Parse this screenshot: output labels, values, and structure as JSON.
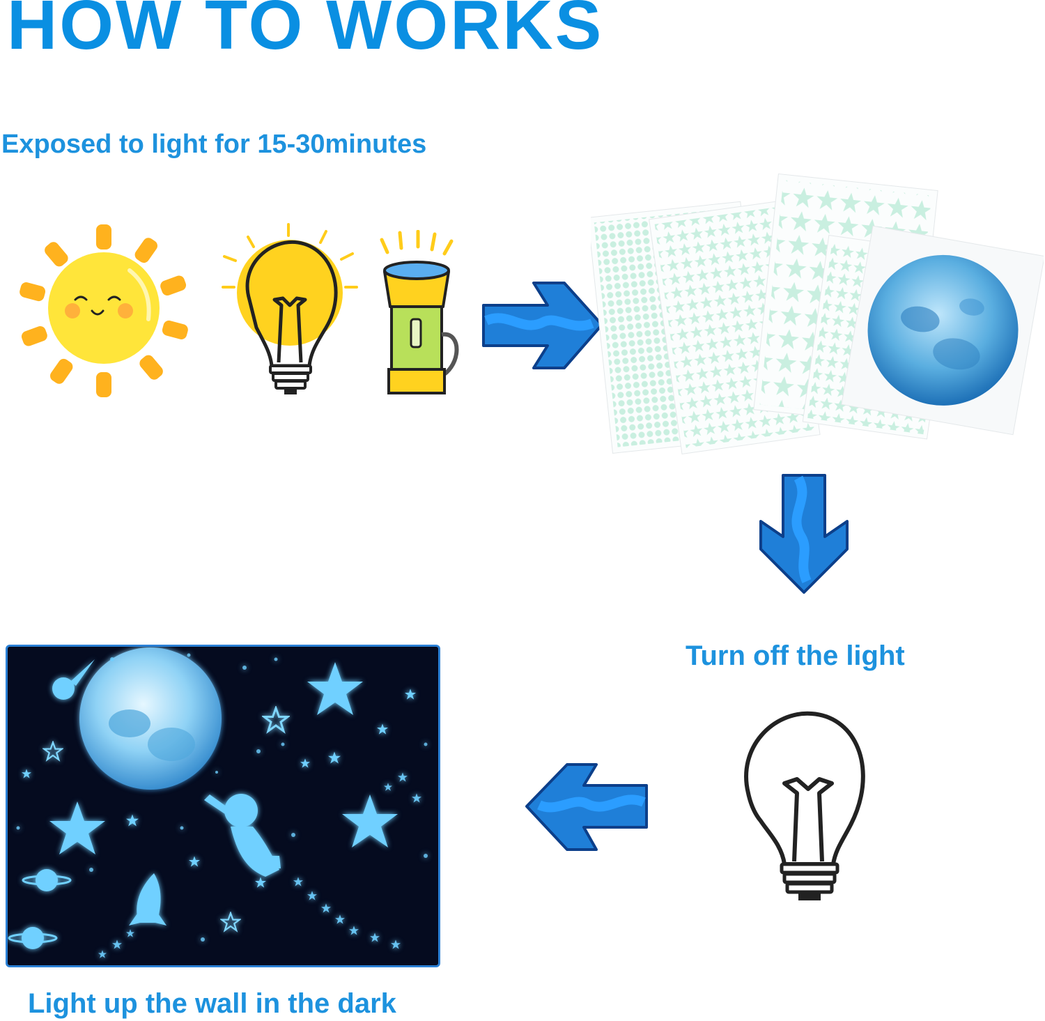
{
  "title": "HOW TO WORKS",
  "steps": {
    "expose": "Exposed to light for 15-30minutes",
    "turn_off": "Turn off the light",
    "result": "Light up the wall in the dark"
  },
  "icons": {
    "sun": "sun-icon",
    "bulb_on": "light-bulb-on-icon",
    "flashlight": "flashlight-icon",
    "arrow_right": "arrow-right-icon",
    "arrow_down": "arrow-down-icon",
    "arrow_left": "arrow-left-icon",
    "bulb_off": "light-bulb-off-icon"
  },
  "colors": {
    "title": "#0a8fe2",
    "caption": "#1d92de",
    "arrow": "#1f7fd8",
    "sticker": "#c9efe0",
    "glow": "#6fd0ff"
  }
}
